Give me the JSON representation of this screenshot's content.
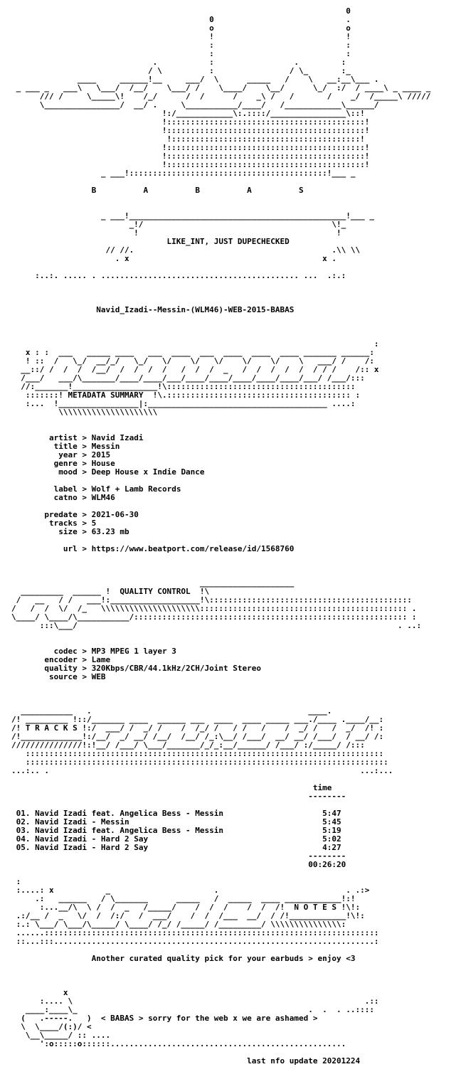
{
  "release_name": "Navid_Izadi--Messin-(WLM46)-WEB-2015-BABAS",
  "logo": {
    "letters": [
      "B",
      "A",
      "B",
      "A",
      "S"
    ],
    "tagline": "LIKE_INT, JUST DUPECHECKED"
  },
  "sections": {
    "metadata": "METADATA SUMMARY",
    "quality": "QUALITY CONTROL",
    "tracks": "T R A C K S",
    "notes": "N O T E S"
  },
  "metadata": [
    {
      "key": "artist",
      "value": "Navid Izadi"
    },
    {
      "key": "title",
      "value": "Messin"
    },
    {
      "key": "year",
      "value": "2015"
    },
    {
      "key": "genre",
      "value": "House"
    },
    {
      "key": "mood",
      "value": "Deep House x Indie Dance"
    },
    {
      "key": "label",
      "value": "Wolf + Lamb Records"
    },
    {
      "key": "catno",
      "value": "WLM46"
    },
    {
      "key": "predate",
      "value": "2021-06-30"
    },
    {
      "key": "tracks",
      "value": "5"
    },
    {
      "key": "size",
      "value": "63.23 mb"
    },
    {
      "key": "url",
      "value": "https://www.beatport.com/release/id/1568760"
    }
  ],
  "quality_control": [
    {
      "key": "codec",
      "value": "MP3 MPEG 1 layer 3"
    },
    {
      "key": "encoder",
      "value": "Lame"
    },
    {
      "key": "quality",
      "value": "320Kbps/CBR/44.1kHz/2CH/Joint Stereo"
    },
    {
      "key": "source",
      "value": "WEB"
    }
  ],
  "tracklist": {
    "time_header": "time",
    "tracks": [
      {
        "num": "01.",
        "title": "Navid Izadi feat. Angelica Bess - Messin",
        "time": "5:47"
      },
      {
        "num": "02.",
        "title": "Navid Izadi - Messin",
        "time": "5:45"
      },
      {
        "num": "03.",
        "title": "Navid Izadi feat. Angelica Bess - Messin",
        "time": "5:19"
      },
      {
        "num": "04.",
        "title": "Navid Izadi - Hard 2 Say",
        "time": "5:02"
      },
      {
        "num": "05.",
        "title": "Navid Izadi - Hard 2 Say",
        "time": "4:27"
      }
    ],
    "total": "00:26:20"
  },
  "notes_text": "Another curated quality pick for your earbuds > enjoy <3",
  "footer": {
    "message": "< BABAS > sorry for the web x we are ashamed >",
    "update": "last nfo update 20201224"
  },
  "art": {
    "header": [
      "                                                                       0",
      "                                          0                            .",
      "                                          o                            o",
      "                                          !                            !",
      "                                          :                            :",
      "                                          :                            :",
      "                              .           :                 .         :",
      "                             / \\          :                / \\_       :_",
      "              ____     ______!__     ___/  \\      _____   /    \\   __:__\\___ .",
      " _ ___ _   ___\\   \\___/  /__/    \\___/ /    \\____/    \\__/      \\_/  :/  / ____\\ _ ____ _",
      "      /// /     \\_____\\!    /_/      /  /      /    _\\ /   /       /    _/  /_____\\ /////",
      "      \\________________/  __/ .     \\___________/____/   /____________\\______/",
      "                                !:/____________\\:.::::/________________\\::!",
      "                                !::::::::::::::::::::::::::::::::::::::::::!",
      "                                !::::::::::::::::::::::::::::::::::::::::::!",
      "                                 !::::::::::::::::::::::::::::::::::::::::!",
      "                                !::::::::::::::::::::::::::::::::::::::::::!",
      "                                !::::::::::::::::::::::::::::::::::::::::::!",
      "                                !::::::::::::::::::::::::::::::::::::::::::!",
      "                   _ ___!::::::::::::::::::::::::::::::::::::::::::!___ _",
      "",
      "",
      "",
      "",
      "                   _ ___!______________________________________________!___ _",
      "                         _!/                                        \\!_",
      "                          !                                          !",
      "                   _ __./                                          \\.__ _",
      "                    // //.                                          .\\\\ \\\\",
      "                      . x                                         x .",
      "",
      "     :..:. ..... . .......................................... ...  .:.:"
    ],
    "metadata_banner": [
      "                                                                             :",
      "   x : :  ___   _____ ____   ___  ____  ___  ____  ____  ____ _______ ______:",
      "   ! ::  /   \\_/  __/_/   \\_/   \\/    \\/   \\/    \\/    \\/    \\   ___/ /    /:",
      "  __::/ /  /  /  /__/  /  /  /  /   /  /  /  _   /  /  /  /  /  / / /    /:: x",
      "  /___/   ___/\\_______/____/____/___/____/____/____/____/____/___/ /___/:::",
      "  //:_______!__________________!\\::::::::::::::::::::::::::::::::::::::::",
      "   :::::::! METADATA SUMMARY  !\\.::::::::::::::::::::::::::::::::::::::: :",
      "   :...  !_________________|:______________________________________ ....:",
      "          \\\\\\\\\\\\\\\\\\\\\\\\\\\\\\\\\\\\\\\\\\"
    ],
    "quality_banner": [
      "                                        ____________________",
      "  _________  ______ !  QUALITY CONTROL  !\\",
      " /   __   / /   ___!:___________________!\\:::::::::::::::::::::::::::::::::::::::::::",
      "/   /  /  \\/  /_   \\\\\\\\\\\\\\\\\\\\\\\\\\\\\\\\\\\\\\\\\\:::::::::::::::::::::::::::::::::::::::::::: .",
      "\\____/ \\____/\\___________/:::::::::::::::::::::::::::::::::::::::::::::::::::::::::: :",
      "      :::\\___/                                                                    . ..:"
    ],
    "tracks_banner": [
      "  ___________   .                                              ____. ",
      "/! _________ !::/_______ ____  ______ ___  ____  ____ _____ ___./____ .____/__:",
      "/! T R A C K S !:/  ___/ /  _/ /    /  /_/ /   / /   /    /  _/ /   /  _/  /! :",
      "/!_____________!:/__/  _/ __/ /__/  /__/ /_:\\__/ /___/  __/ __/ /___/  / __/ /:",
      "///////////////!:!__/ /___/ \\___/_______/_/_:__/______/ /___/ :/_____/ /:::",
      "   ::::::::::::::::::::::::::::::::::::::::::::::::::::::::::::::::::::::::::::",
      "   :::::::::::::::::::::::::::::::::::::::::::::::::::::::::::::::::::::::::::::",
      "...:.. .                                                                  ...:..."
    ],
    "notes_banner": [
      " :",
      " :....: x           _                      .                           . .:>",
      "     .:   ______   / \\_______      _____   /  _____  ____ ____________!:!",
      "      :...__/\\  \\ /  /  _   /_____/    /  /  /    /  /  /!  N O T E S !\\!:",
      " .:/__ /  _   \\/  /  /:/   /  ___/    /  /  /___  __/  / /!____________!\\!:",
      " :.: \\___/ \\___/\\_____/ \\____/ /_/ /_____/ /_________/ \\\\\\\\\\\\\\\\\\\\\\\\\\\\\\:",
      " ......:::::::::::::::::::::::::::::::::::::::::::::::::::::::::::::::::::::::",
      " ::...:::....................................................................:"
    ],
    "footer_banner": [
      "           x",
      "      :.... \\                                                              .::",
      "   ____:____\\_                                                 .  .  . ..::::",
      "  (   .-----.   )  < BABAS > sorry for the web x we are ashamed >",
      "  \\  \\____/(:)/ <",
      "   \\__\\_____/ :: ....",
      "      ':o:::::o::::::.................................................."
    ]
  }
}
